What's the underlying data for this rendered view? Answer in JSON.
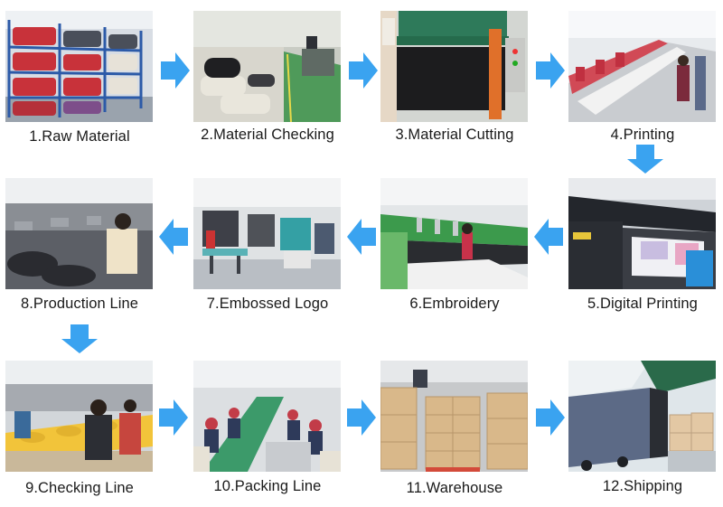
{
  "colors": {
    "arrow": "#3aa3f0",
    "background": "#ffffff",
    "caption_text": "#1a1a1a"
  },
  "steps": [
    {
      "label": "1.Raw Material",
      "photo": "raw-material-racks"
    },
    {
      "label": "2.Material Checking",
      "photo": "material-checking-floor"
    },
    {
      "label": "3.Material Cutting",
      "photo": "cutting-press-machine"
    },
    {
      "label": "4.Printing",
      "photo": "printing-tables"
    },
    {
      "label": "5.Digital Printing",
      "photo": "digital-printer"
    },
    {
      "label": "6.Embroidery",
      "photo": "embroidery-machines"
    },
    {
      "label": "7.Embossed Logo",
      "photo": "embossing-machines"
    },
    {
      "label": "8.Production Line",
      "photo": "sewing-workshop"
    },
    {
      "label": "9.Checking Line",
      "photo": "checking-workers"
    },
    {
      "label": "10.Packing Line",
      "photo": "packing-conveyor"
    },
    {
      "label": "11.Warehouse",
      "photo": "warehouse-cartons"
    },
    {
      "label": "12.Shipping",
      "photo": "shipping-truck"
    }
  ],
  "arrows": [
    "right",
    "right",
    "right",
    "down",
    "left",
    "left",
    "left",
    "down",
    "right",
    "right",
    "right"
  ]
}
